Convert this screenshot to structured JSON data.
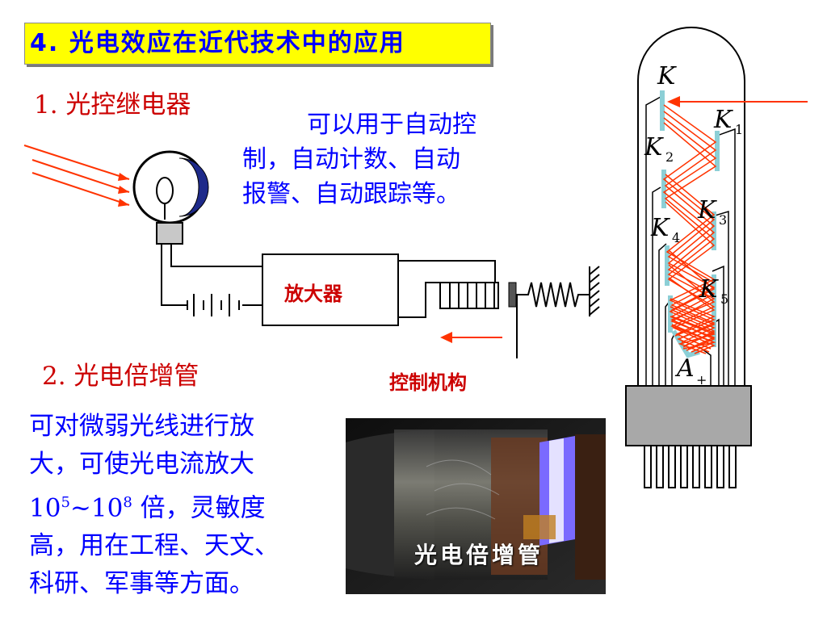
{
  "title": "4. 光电效应在近代技术中的应用",
  "section1": {
    "heading": "1. 光控继电器",
    "description_lines": [
      "可以用于自动控",
      "制，自动计数、自动",
      "报警、自动跟踪等。"
    ],
    "amplifier_label": "放大器",
    "control_label": "控制机构"
  },
  "section2": {
    "heading": "2. 光电倍增管",
    "description_line1": "可对微弱光线进行放",
    "description_line2": "大，可使光电流放大",
    "gain_base1": "10",
    "gain_exp1": "5",
    "gain_sep": "~",
    "gain_base2": "10",
    "gain_exp2": "8",
    "gain_suffix": " 倍，灵敏度",
    "description_line4": "高，用在工程、天文、",
    "description_line5": "科研、军事等方面。",
    "photo_caption": "光电倍增管"
  },
  "tube_labels": {
    "K": "K",
    "K1": "K",
    "K1_sub": "1",
    "K2": "K",
    "K2_sub": "2",
    "K3": "K",
    "K3_sub": "3",
    "K4": "K",
    "K4_sub": "4",
    "K5": "K",
    "K5_sub": "5",
    "A": "A",
    "A_sub": "+"
  },
  "colors": {
    "title_bg": "#ffff00",
    "title_text": "#0000ff",
    "heading": "#cc0000",
    "body_text": "#0000ff",
    "light_ray": "#ff3300",
    "dynode": "#8ccfd6"
  }
}
